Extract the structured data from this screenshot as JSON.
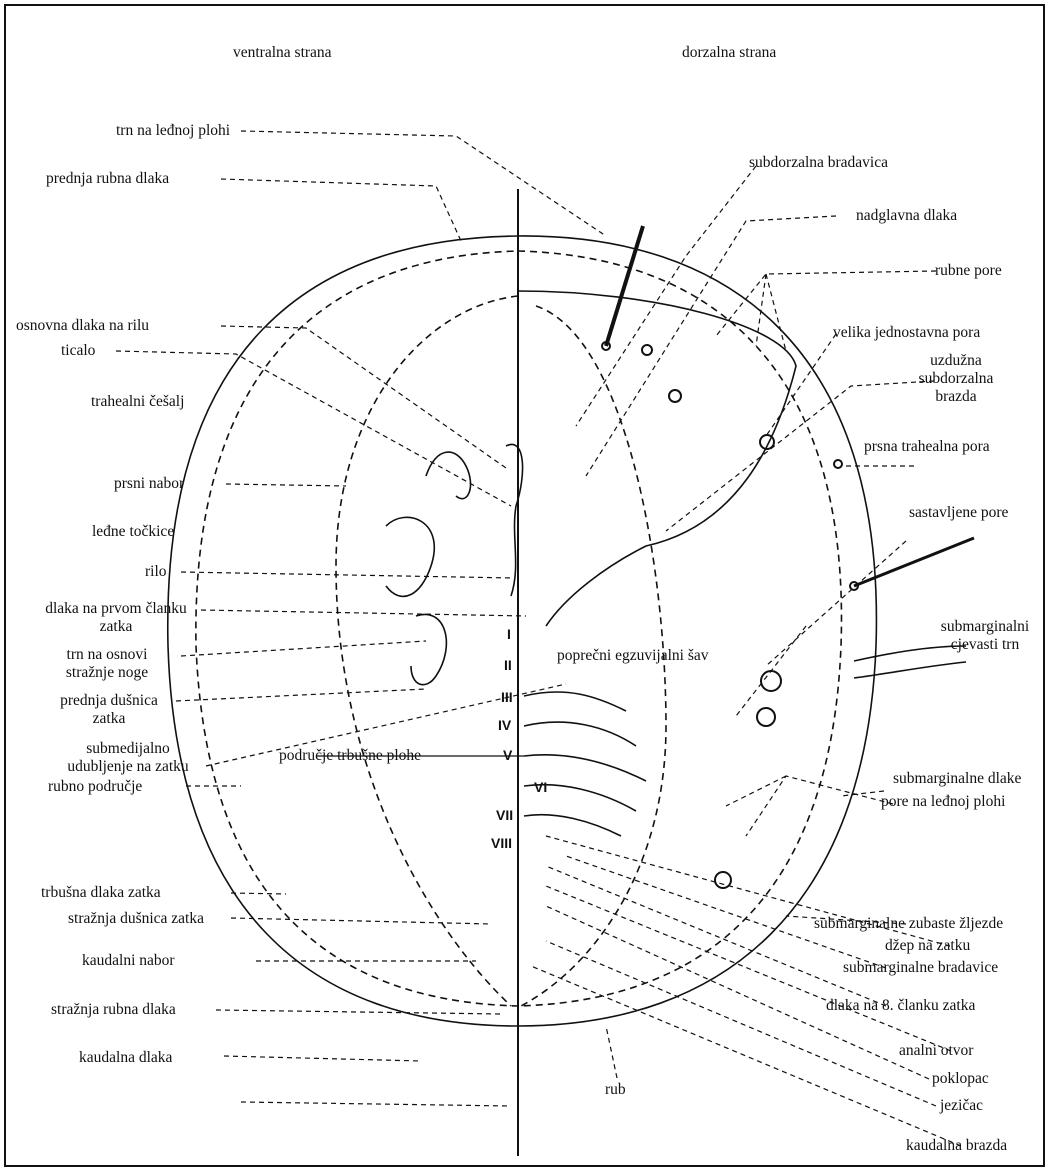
{
  "headers": {
    "ventral": "ventralna strana",
    "dorsal": "dorzalna strana"
  },
  "labels_left": {
    "trn_ledna": "trn na leđnoj plohi",
    "prednja_rubna": "prednja rubna dlaka",
    "osnovna_dlaka": "osnovna dlaka na rilu",
    "ticalo": "ticalo",
    "trahealni_cesalj": "trahealni češalj",
    "prsni_nabor": "prsni nabor",
    "ledne_tockice": "leđne točkice",
    "rilo": "rilo",
    "dlaka_prvi_1": "dlaka na prvom članku",
    "dlaka_prvi_2": "zatka",
    "trn_osnovi_1": "trn na osnovi",
    "trn_osnovi_2": "stražnje noge",
    "prednja_dusnica_1": "prednja dušnica",
    "prednja_dusnica_2": "zatka",
    "submedijalno_1": "submedijalno",
    "submedijalno_2": "udubljenje na zatku",
    "podrucje_trbusne": "područje trbušne plohe",
    "rubno_podrucje": "rubno područje",
    "trbusna_dlaka": "trbušna dlaka zatka",
    "straznja_dusnica": "stražnja dušnica zatka",
    "kaudalni_nabor": "kaudalni nabor",
    "straznja_rubna": "stražnja rubna dlaka",
    "kaudalna_dlaka": "kaudalna dlaka"
  },
  "labels_right": {
    "subdorzalna_bradavica": "subdorzalna bradavica",
    "nadglavna_dlaka": "nadglavna dlaka",
    "rubne_pore": "rubne pore",
    "velika_pora": "velika jednostavna pora",
    "uzduzna_1": "uzdužna",
    "uzduzna_2": "subdorzalna",
    "uzduzna_3": "brazda",
    "prsna_trahealna": "prsna trahealna pora",
    "sastavljene_pore": "sastavljene pore",
    "submarginalni_1": "submarginalni",
    "submarginalni_2": "cjevasti trn",
    "poprecni_sav": "poprečni egzuvijalni šav",
    "submarginalne_dlake": "submarginalne dlake",
    "pore_ledna": "pore na leđnoj plohi",
    "zubaste": "submarginalne zubaste žljezde",
    "dzep": "džep na zatku",
    "bradavice": "submarginalne bradavice",
    "dlaka_8": "dlaka na 8. članku zatka",
    "analni": "analni otvor",
    "poklopac": "poklopac",
    "jezicac": "jezičac",
    "rub": "rub",
    "kaudalna_brazda": "kaudalna brazda"
  },
  "segments": [
    "I",
    "II",
    "III",
    "IV",
    "V",
    "VI",
    "VII",
    "VIII"
  ]
}
